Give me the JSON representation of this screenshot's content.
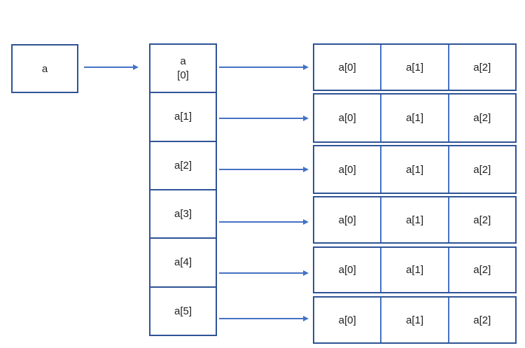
{
  "diagram": {
    "pointer_box": {
      "label": "a"
    },
    "pointer_array": {
      "cells": [
        "a\n[0]",
        "a[1]",
        "a[2]",
        "a[3]",
        "a[4]",
        "a[5]"
      ]
    },
    "element_rows": [
      {
        "cells": [
          "a[0]",
          "a[1]",
          "a[2]"
        ]
      },
      {
        "cells": [
          "a[0]",
          "a[1]",
          "a[2]"
        ]
      },
      {
        "cells": [
          "a[0]",
          "a[1]",
          "a[2]"
        ]
      },
      {
        "cells": [
          "a[0]",
          "a[1]",
          "a[2]"
        ]
      },
      {
        "cells": [
          "a[0]",
          "a[1]",
          "a[2]"
        ]
      },
      {
        "cells": [
          "a[0]",
          "a[1]",
          "a[2]"
        ]
      }
    ],
    "colors": {
      "background": "#ffffff",
      "box_border": "#2e5395",
      "row_divider": "#4472c4",
      "arrow": "#4472c4",
      "text": "#1f1f1f"
    }
  }
}
